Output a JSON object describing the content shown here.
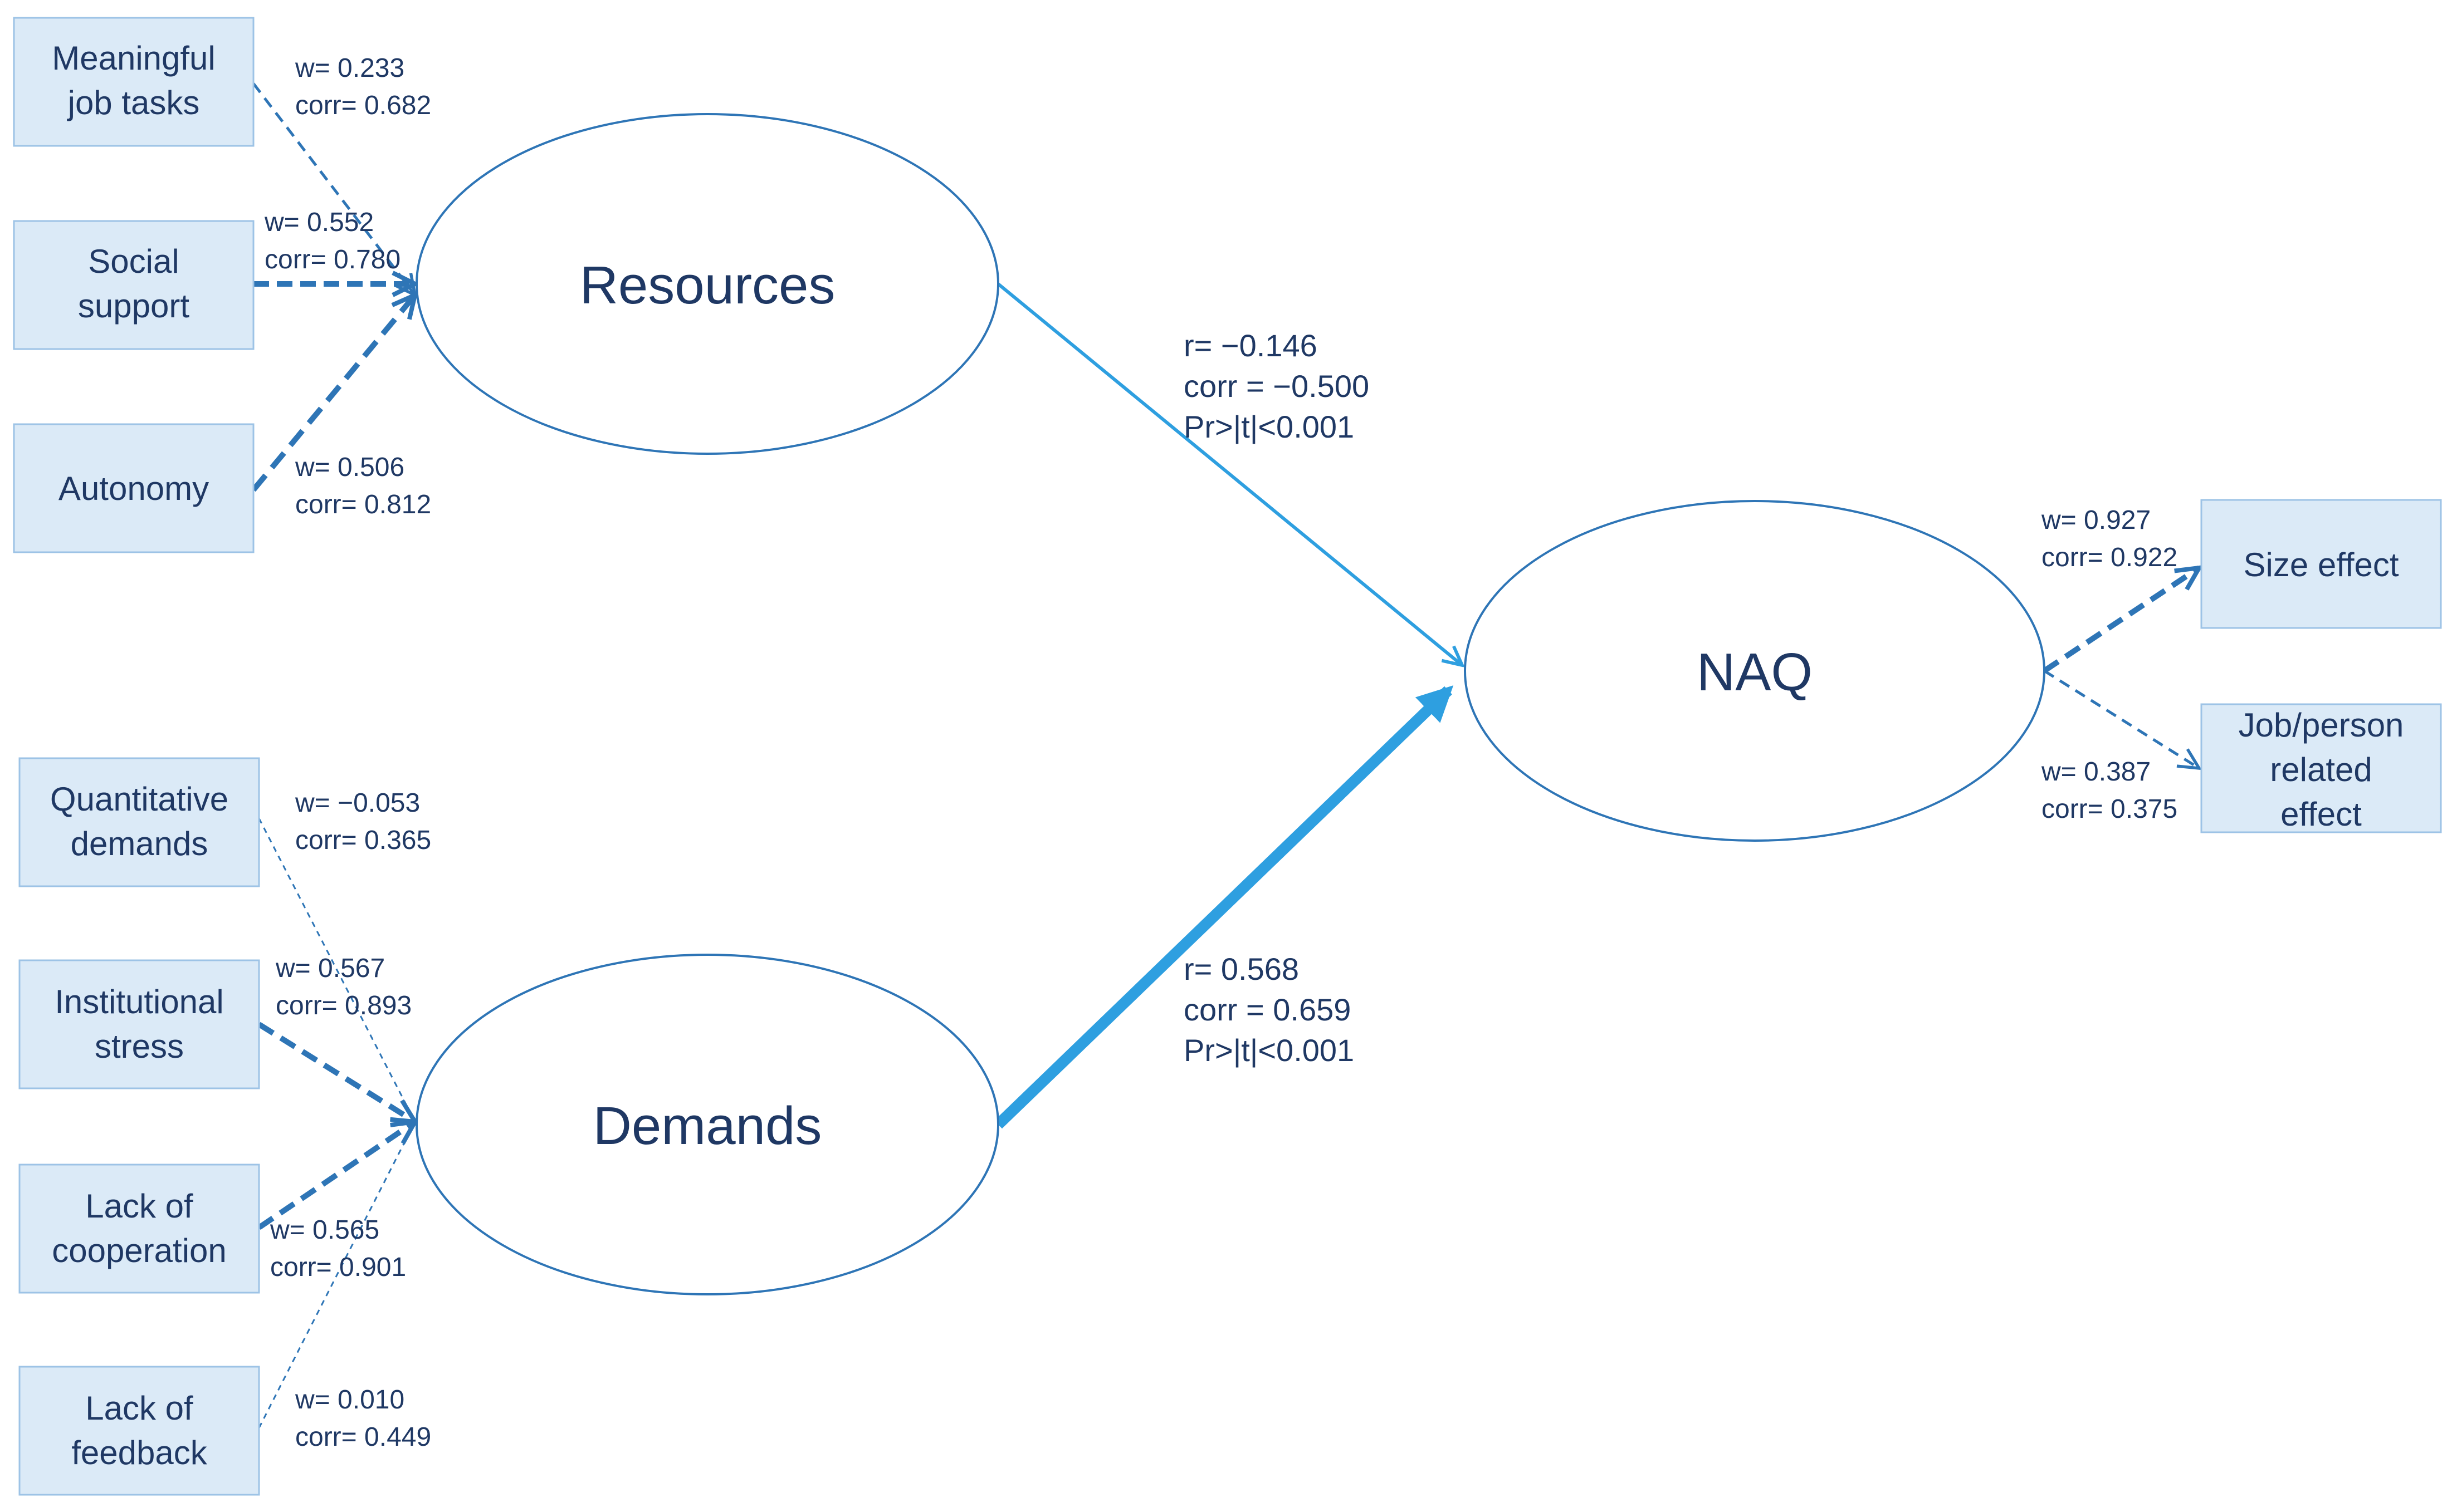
{
  "colors": {
    "box_fill": "#dbeaf7",
    "box_stroke": "#9dc3e6",
    "ellipse_stroke": "#2e75b6",
    "dashed_arrow": "#2e75b6",
    "structural_arrow": "#2e9fe0",
    "text": "#1f3864"
  },
  "latents": {
    "resources": "Resources",
    "demands": "Demands",
    "naq": "NAQ"
  },
  "resource_indicators": [
    {
      "line1": "Meaningful",
      "line2": "job tasks",
      "w": "w= 0.233",
      "corr": "corr= 0.682"
    },
    {
      "line1": "Social",
      "line2": "support",
      "w": "w= 0.552",
      "corr": "corr= 0.780"
    },
    {
      "line1": "Autonomy",
      "line2": "",
      "w": "w= 0.506",
      "corr": "corr= 0.812"
    }
  ],
  "demand_indicators": [
    {
      "line1": "Quantitative",
      "line2": "demands",
      "w": "w= −0.053",
      "corr": "corr= 0.365"
    },
    {
      "line1": "Institutional",
      "line2": "stress",
      "w": "w= 0.567",
      "corr": "corr= 0.893"
    },
    {
      "line1": "Lack of",
      "line2": "cooperation",
      "w": "w= 0.565",
      "corr": "corr= 0.901"
    },
    {
      "line1": "Lack of",
      "line2": "feedback",
      "w": "w= 0.010",
      "corr": "corr= 0.449"
    }
  ],
  "naq_indicators": [
    {
      "line1": "Size effect",
      "line2": "",
      "line3": "",
      "w": "w= 0.927",
      "corr": "corr= 0.922"
    },
    {
      "line1": "Job/person",
      "line2": "related",
      "line3": "effect",
      "w": "w= 0.387",
      "corr": "corr= 0.375"
    }
  ],
  "paths": {
    "resources_naq": {
      "r": "r= −0.146",
      "corr": "corr = −0.500",
      "p": "Pr>|t|<0.001"
    },
    "demands_naq": {
      "r": "r= 0.568",
      "corr": "corr = 0.659",
      "p": "Pr>|t|<0.001"
    }
  }
}
